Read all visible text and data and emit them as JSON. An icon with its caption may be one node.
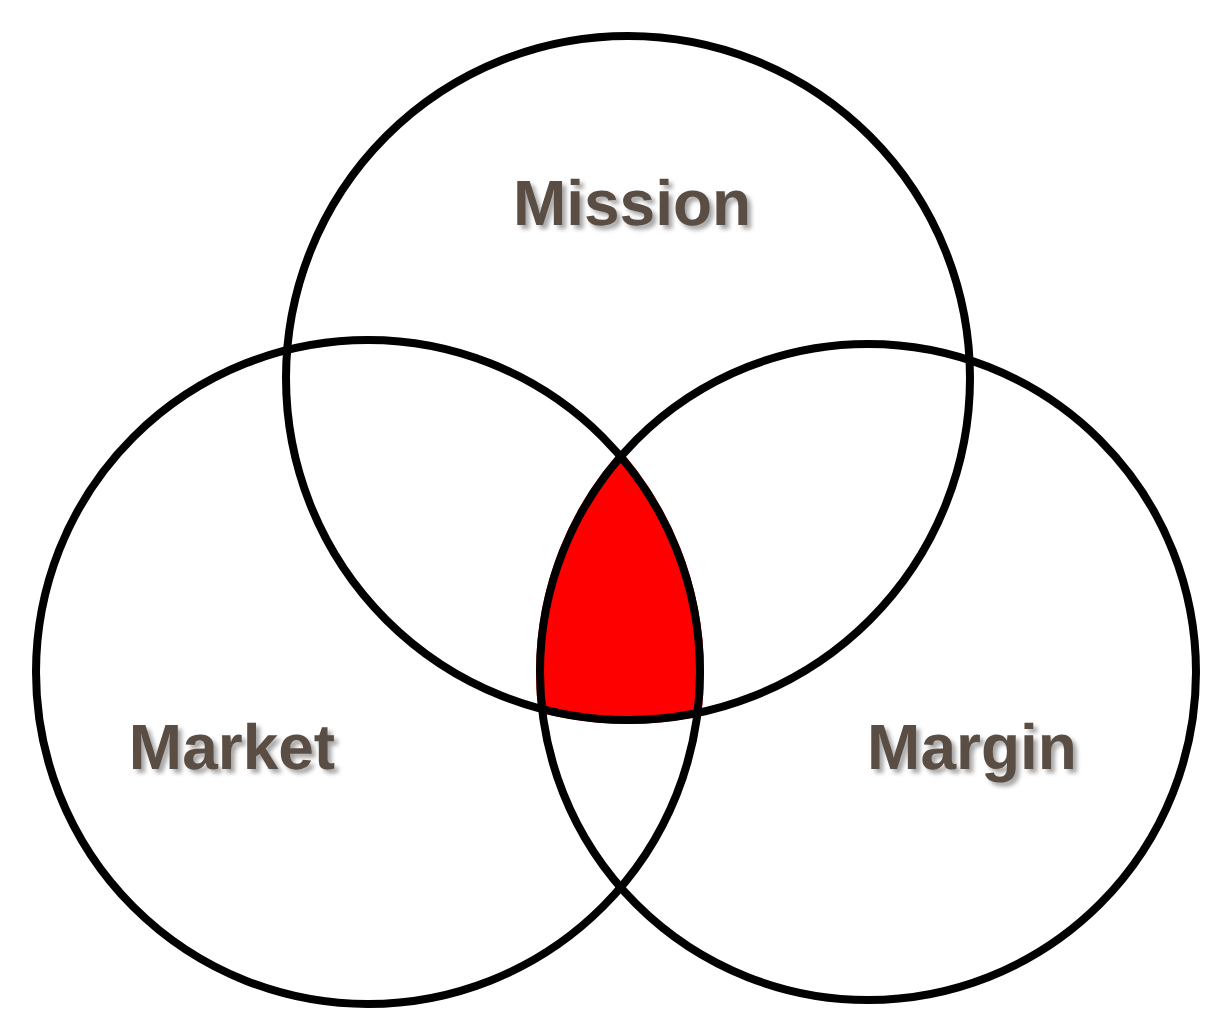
{
  "diagram": {
    "nodes": [
      {
        "text": [
          "Mission"
        ]
      },
      {
        "text": [
          "Market"
        ]
      },
      {
        "text": [
          "Margin"
        ]
      }
    ]
  }
}
